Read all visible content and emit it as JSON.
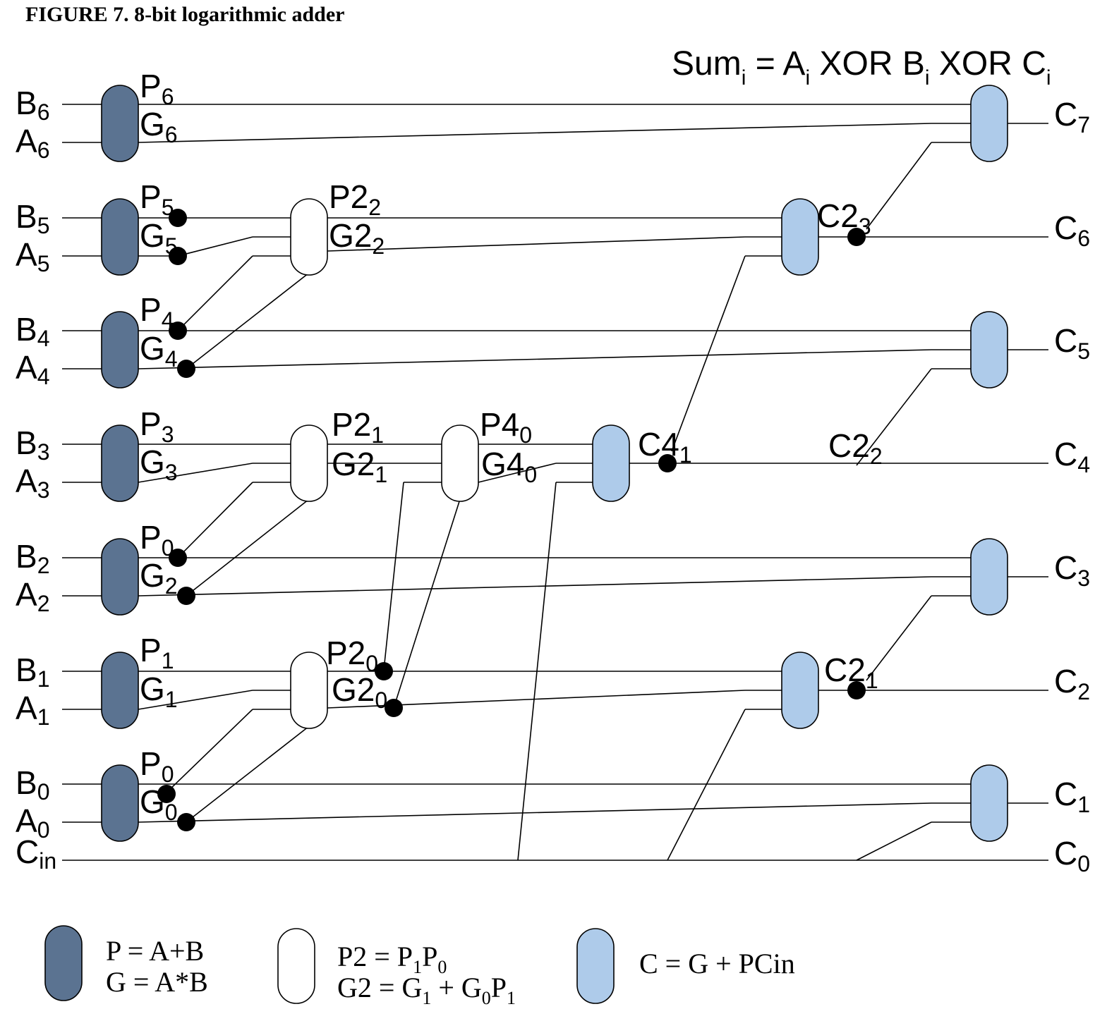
{
  "title": "FIGURE 7. 8-bit logarithmic adder",
  "equation": {
    "main": "Sum",
    "sub1": "i",
    "part2": " = A",
    "sub2": "i",
    "part3": " XOR B",
    "sub3": "i",
    "part4": " XOR C",
    "sub4": "i"
  },
  "inputs": [
    {
      "base": "B",
      "sub": "6"
    },
    {
      "base": "A",
      "sub": "6"
    },
    {
      "base": "B",
      "sub": "5"
    },
    {
      "base": "A",
      "sub": "5"
    },
    {
      "base": "B",
      "sub": "4"
    },
    {
      "base": "A",
      "sub": "4"
    },
    {
      "base": "B",
      "sub": "3"
    },
    {
      "base": "A",
      "sub": "3"
    },
    {
      "base": "B",
      "sub": "2"
    },
    {
      "base": "A",
      "sub": "2"
    },
    {
      "base": "B",
      "sub": "1"
    },
    {
      "base": "A",
      "sub": "1"
    },
    {
      "base": "B",
      "sub": "0"
    },
    {
      "base": "A",
      "sub": "0"
    },
    {
      "base": "C",
      "sub": "in"
    }
  ],
  "outputs": [
    {
      "base": "C",
      "sub": "7"
    },
    {
      "base": "C",
      "sub": "6"
    },
    {
      "base": "C",
      "sub": "5"
    },
    {
      "base": "C",
      "sub": "4"
    },
    {
      "base": "C",
      "sub": "3"
    },
    {
      "base": "C",
      "sub": "2"
    },
    {
      "base": "C",
      "sub": "1"
    },
    {
      "base": "C",
      "sub": "0"
    }
  ],
  "node_labels": [
    {
      "base": "P",
      "sub": "6"
    },
    {
      "base": "G",
      "sub": "6"
    },
    {
      "base": "P",
      "sub": "5"
    },
    {
      "base": "G",
      "sub": "5"
    },
    {
      "base": "P",
      "sub": "4"
    },
    {
      "base": "G",
      "sub": "4"
    },
    {
      "base": "P",
      "sub": "3"
    },
    {
      "base": "G",
      "sub": "3"
    },
    {
      "base": "P",
      "sub": "0"
    },
    {
      "base": "G",
      "sub": "2"
    },
    {
      "base": "P",
      "sub": "1"
    },
    {
      "base": "G",
      "sub": "1"
    },
    {
      "base": "P",
      "sub": "0"
    },
    {
      "base": "G",
      "sub": "0"
    },
    {
      "base": "P2",
      "sub": "2"
    },
    {
      "base": "G2",
      "sub": "2"
    },
    {
      "base": "P2",
      "sub": "1"
    },
    {
      "base": "G2",
      "sub": "1"
    },
    {
      "base": "P2",
      "sub": "0"
    },
    {
      "base": "G2",
      "sub": "0"
    },
    {
      "base": "P4",
      "sub": "0"
    },
    {
      "base": "G4",
      "sub": "0"
    },
    {
      "base": "C2",
      "sub": "3"
    },
    {
      "base": "C4",
      "sub": "1"
    },
    {
      "base": "C2",
      "sub": "2"
    },
    {
      "base": "C2",
      "sub": "1"
    }
  ],
  "legend": {
    "pg_line1": "P = A+B",
    "pg_line2": "G = A*B",
    "gp_line1": {
      "a": "P2 = P",
      "b": "1",
      "c": "P",
      "d": "0"
    },
    "gp_line2": {
      "a": "G2 = G",
      "b": "1",
      "c": " + G",
      "d": "0",
      "e": "P",
      "f": "1"
    },
    "c_line": "C = G + PCin"
  },
  "colors": {
    "pg_node": "#5b7391",
    "group_node": "#ffffff",
    "carry_node": "#aecbea"
  }
}
